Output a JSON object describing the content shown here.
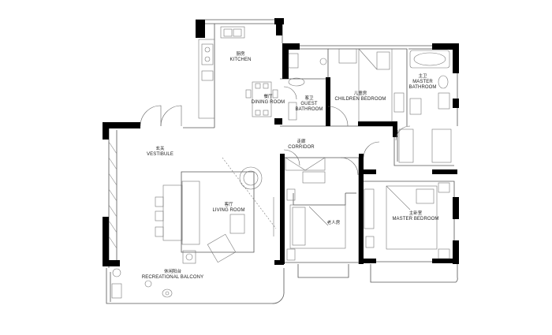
{
  "rooms": {
    "kitchen": {
      "cn": "厨房",
      "en": "KITCHEN"
    },
    "dining": {
      "cn": "餐厅",
      "en": "DINING ROOM"
    },
    "guest_bathroom": {
      "cn": "客卫",
      "en_line1": "GUEST",
      "en_line2": "BATHROOM"
    },
    "children_bedroom": {
      "cn": "儿童房",
      "en": "CHILDREN BEDROOM"
    },
    "master_bathroom": {
      "cn": "主卫",
      "en_line1": "MASTER",
      "en_line2": "BATHROOM"
    },
    "vestibule": {
      "cn": "玄关",
      "en": "VESTIBULE"
    },
    "corridor": {
      "cn": "走廊",
      "en": "CORRIDOR"
    },
    "living": {
      "cn": "客厅",
      "en": "LIVING ROOM"
    },
    "elderly_room": {
      "cn": "老人房"
    },
    "master_bedroom": {
      "cn": "主卧室",
      "en": "MASTER BEDROOM"
    },
    "balcony": {
      "cn": "休闲阳台",
      "en": "RECREATIONAL BALCONY"
    }
  },
  "colors": {
    "wall": "#000000",
    "line": "#555555",
    "furniture": "#777777",
    "background": "#ffffff"
  }
}
